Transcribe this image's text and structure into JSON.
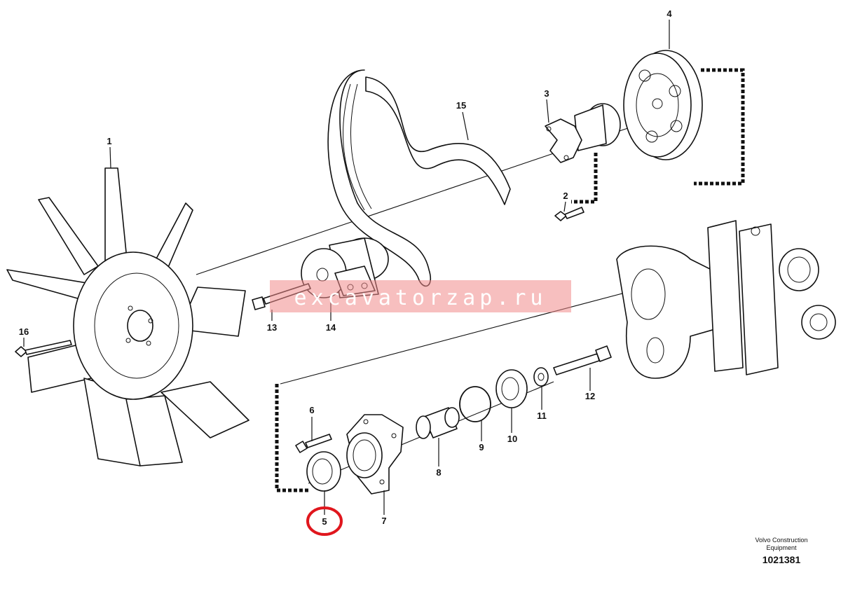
{
  "callouts": [
    "1",
    "2",
    "3",
    "4",
    "5",
    "6",
    "7",
    "8",
    "9",
    "10",
    "11",
    "12",
    "13",
    "14",
    "15",
    "16"
  ],
  "highlighted_callout": "5",
  "highlight_color": "#e0161d",
  "watermark": "excavatorzap.ru",
  "watermark_color": "#f08a8a",
  "manufacturer_line1": "Volvo Construction",
  "manufacturer_line2": "Equipment",
  "document_number": "1021381"
}
